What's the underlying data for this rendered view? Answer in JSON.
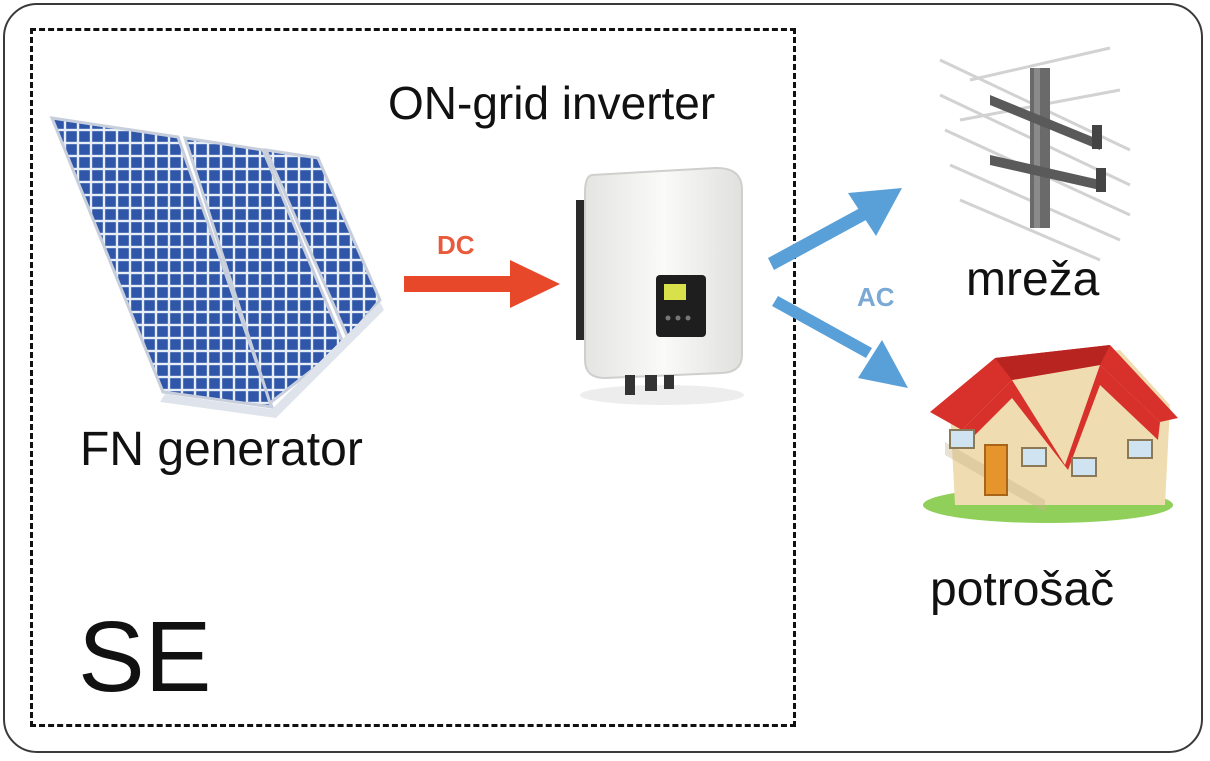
{
  "labels": {
    "inverter": "ON-grid inverter",
    "generator": "FN generator",
    "system": "SE",
    "grid": "mreža",
    "consumer": "potrošač",
    "dc": "DC",
    "ac": "AC"
  },
  "colors": {
    "dc_arrow": "#e8482a",
    "ac_arrow": "#5aa0d8",
    "panel_cell": "#2f56a8",
    "roof": "#d8302a"
  },
  "icons": [
    "solar-panel-icon",
    "inverter-icon",
    "power-pole-icon",
    "house-icon"
  ]
}
